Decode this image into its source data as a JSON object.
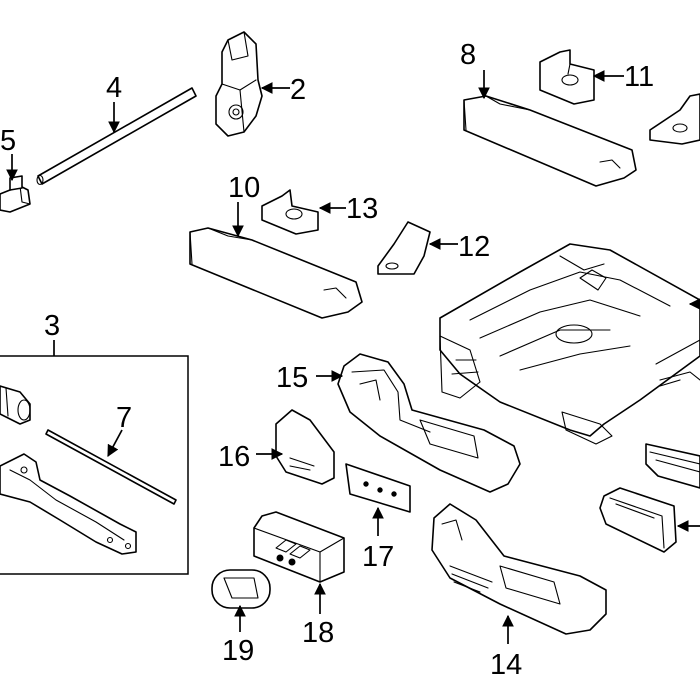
{
  "colors": {
    "line": "#000000",
    "background": "#ffffff"
  },
  "callouts": [
    {
      "id": "c2",
      "label": "2"
    },
    {
      "id": "c3",
      "label": "3"
    },
    {
      "id": "c4",
      "label": "4"
    },
    {
      "id": "c5",
      "label": "5"
    },
    {
      "id": "c7",
      "label": "7"
    },
    {
      "id": "c8",
      "label": "8"
    },
    {
      "id": "c10",
      "label": "10"
    },
    {
      "id": "c11",
      "label": "11"
    },
    {
      "id": "c12",
      "label": "12"
    },
    {
      "id": "c13",
      "label": "13"
    },
    {
      "id": "c14",
      "label": "14"
    },
    {
      "id": "c15",
      "label": "15"
    },
    {
      "id": "c16",
      "label": "16"
    },
    {
      "id": "c17",
      "label": "17"
    },
    {
      "id": "c18",
      "label": "18"
    },
    {
      "id": "c19",
      "label": "19"
    }
  ]
}
